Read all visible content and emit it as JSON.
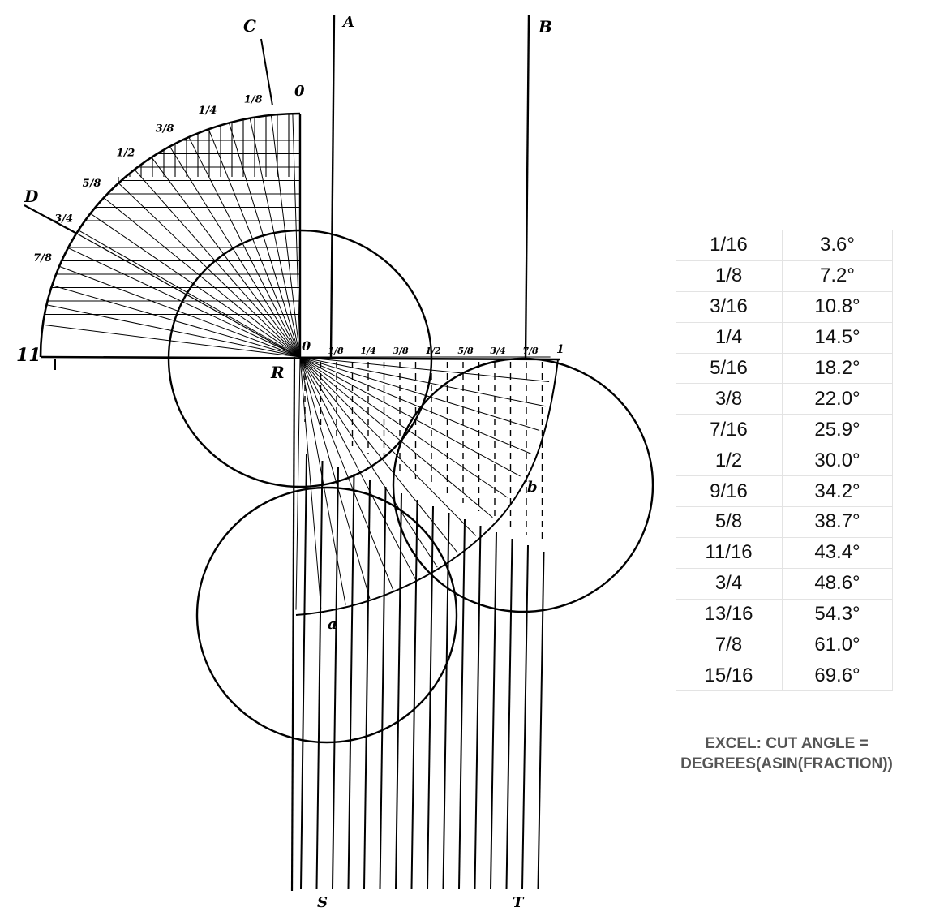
{
  "diagram": {
    "point_labels": {
      "A": "A",
      "B": "B",
      "C": "C",
      "D": "D",
      "R": "R",
      "S": "S",
      "T": "T",
      "a": "a",
      "b": "b",
      "eleven": "11",
      "zero_top": "0",
      "zero_center": "0",
      "one_right": "1"
    },
    "arc_fraction_marks": [
      "1/8",
      "1/4",
      "3/8",
      "1/2",
      "5/8",
      "3/4",
      "7/8"
    ],
    "baseline_fraction_marks": [
      "1/8",
      "1/4",
      "3/8",
      "1/2",
      "5/8",
      "3/4",
      "7/8"
    ]
  },
  "table": {
    "rows": [
      {
        "fraction": "1/16",
        "angle": "3.6°"
      },
      {
        "fraction": "1/8",
        "angle": "7.2°"
      },
      {
        "fraction": "3/16",
        "angle": "10.8°"
      },
      {
        "fraction": "1/4",
        "angle": "14.5°"
      },
      {
        "fraction": "5/16",
        "angle": "18.2°"
      },
      {
        "fraction": "3/8",
        "angle": "22.0°"
      },
      {
        "fraction": "7/16",
        "angle": "25.9°"
      },
      {
        "fraction": "1/2",
        "angle": "30.0°"
      },
      {
        "fraction": "9/16",
        "angle": "34.2°"
      },
      {
        "fraction": "5/8",
        "angle": "38.7°"
      },
      {
        "fraction": "11/16",
        "angle": "43.4°"
      },
      {
        "fraction": "3/4",
        "angle": "48.6°"
      },
      {
        "fraction": "13/16",
        "angle": "54.3°"
      },
      {
        "fraction": "7/8",
        "angle": "61.0°"
      },
      {
        "fraction": "15/16",
        "angle": "69.6°"
      }
    ]
  },
  "formula": {
    "line1": "EXCEL: CUT ANGLE =",
    "line2": "DEGREES(ASIN(FRACTION))"
  }
}
